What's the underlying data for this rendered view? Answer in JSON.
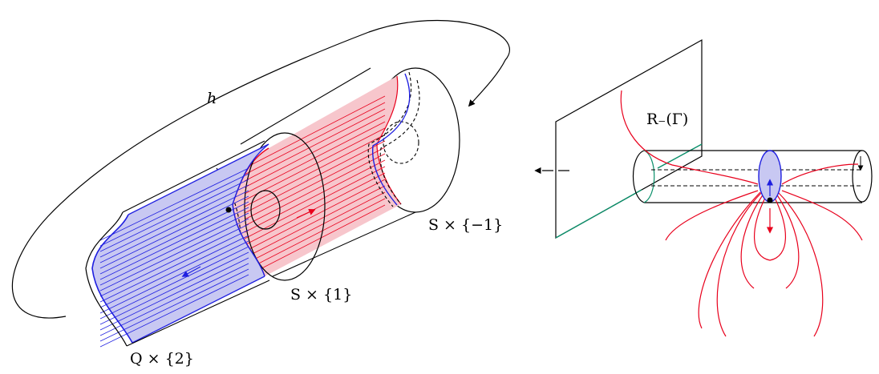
{
  "labels": {
    "h": "h",
    "s_minus1": "S × {−1}",
    "s_plus1": "S × {1}",
    "q_times2": "Q × {2}",
    "r_minus_gamma": "R₋(Γ)"
  },
  "colors": {
    "red": "#e8001c",
    "blue": "#1f1fe0",
    "red_fill": "#f7c6cc",
    "blue_fill": "#c8c8f2",
    "green": "#0a8f6a",
    "black": "#000000"
  }
}
